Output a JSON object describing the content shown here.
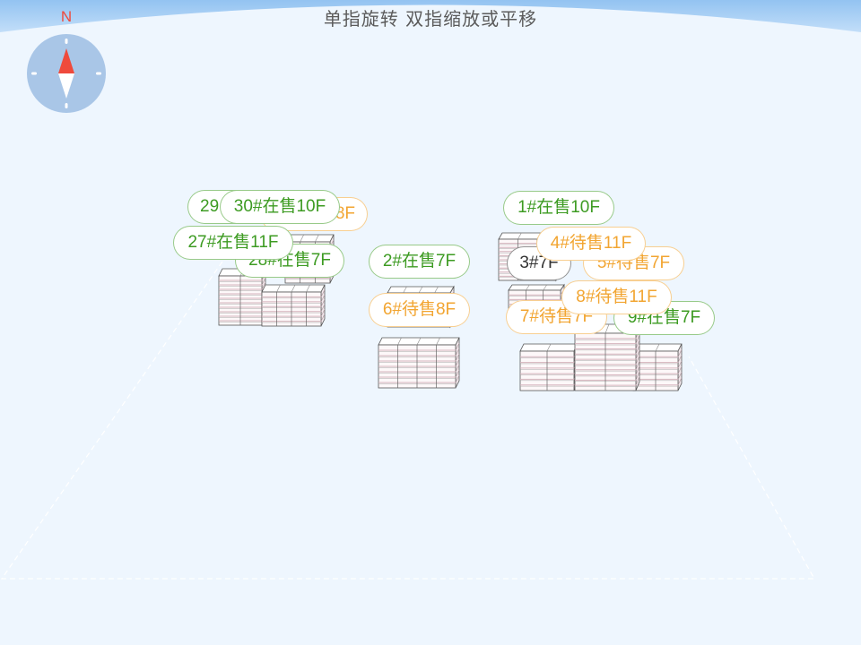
{
  "header": {
    "hint": "单指旋转 双指缩放或平移"
  },
  "compass": {
    "north_label": "N",
    "icon": "compass-icon"
  },
  "colors": {
    "background": "#eef6fe",
    "header_band_top": "#93c3f1",
    "header_band_bottom": "#c2def9",
    "hint_text": "#5b5b5b",
    "on_sale": "#3d9b22",
    "pending": "#f2a531",
    "neutral": "#333333",
    "compass_face": "#a9c6e7",
    "compass_north": "#ef4a3c",
    "compass_south": "#ffffff"
  },
  "labels": [
    {
      "text": "8F",
      "color": "#f2a531"
    },
    {
      "text": "29",
      "color": "#3d9b22"
    },
    {
      "text": "30#在售10F",
      "color": "#3d9b22"
    },
    {
      "text": "28#在售7F",
      "color": "#3d9b22"
    },
    {
      "text": "27#在售11F",
      "color": "#3d9b22"
    },
    {
      "text": "2#在售7F",
      "color": "#3d9b22"
    },
    {
      "text": "6#待售8F",
      "color": "#f2a531"
    },
    {
      "text": "1#在售10F",
      "color": "#3d9b22"
    },
    {
      "text": "3#7F",
      "color": "#333333"
    },
    {
      "text": "5#待售7F",
      "color": "#f2a531"
    },
    {
      "text": "4#待售11F",
      "color": "#f2a531"
    },
    {
      "text": "7#待售7F",
      "color": "#f2a531"
    },
    {
      "text": "9#在售7F",
      "color": "#3d9b22"
    },
    {
      "text": "8#待售11F",
      "color": "#f2a531"
    }
  ]
}
